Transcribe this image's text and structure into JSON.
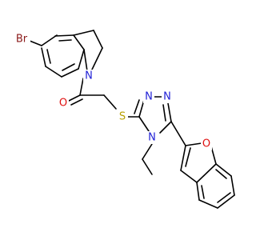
{
  "molecule": {
    "colors": {
      "bond": "#000000",
      "N": "#1f1fd6",
      "O": "#e01010",
      "S": "#b8a000",
      "Br": "#8b1a1a"
    },
    "atoms": {
      "br": "Br",
      "n_indoline": "N",
      "o_carbonyl": "O",
      "s_thioether": "S",
      "n_triazole_1": "N",
      "n_triazole_2": "N",
      "n_triazole_4": "N",
      "o_benzofuran": "O"
    }
  }
}
